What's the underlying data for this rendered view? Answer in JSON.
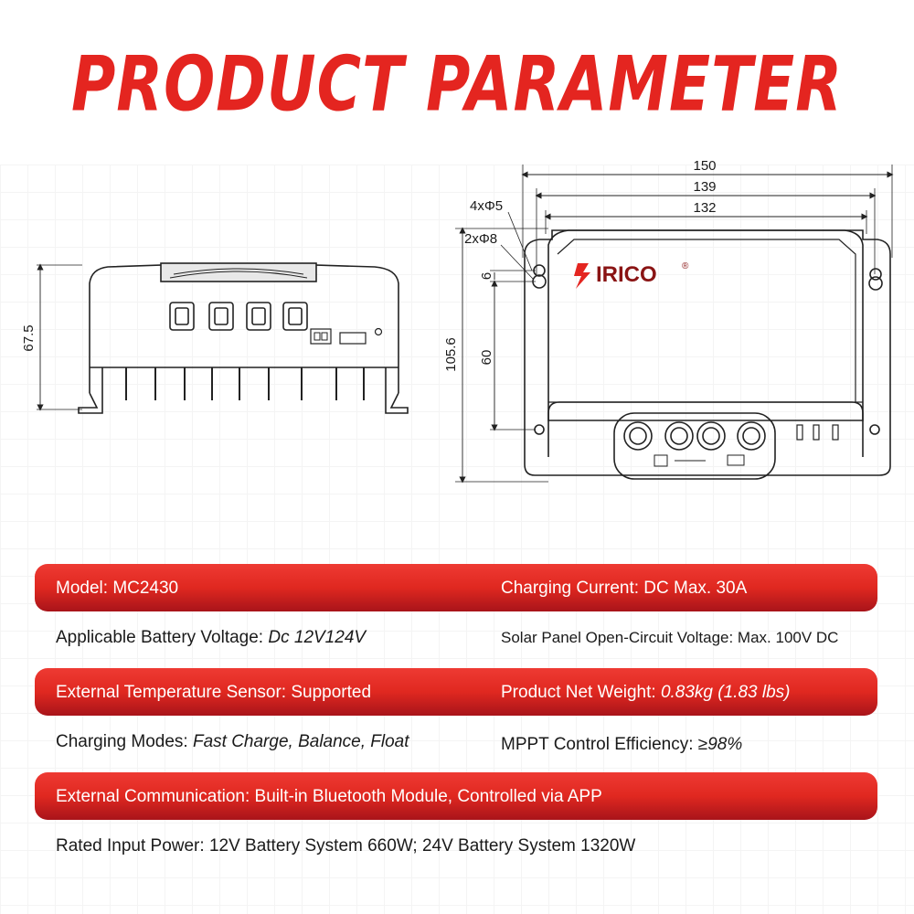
{
  "title": "PRODUCT PARAMETER",
  "drawing": {
    "side_height": "67.5",
    "width_outer": "150",
    "width_mid": "139",
    "width_inner": "132",
    "hole_small": "4xΦ5",
    "hole_large": "2xΦ8",
    "dim_6": "6",
    "dim_60": "60",
    "height_total": "105.6",
    "brand": "IRICO",
    "brand_mark": "®"
  },
  "specs": [
    {
      "label": "Model: ",
      "value": "MC2430",
      "italic": false
    },
    {
      "label": "Charging Current: ",
      "value": "DC Max. 30A",
      "italic": false
    },
    {
      "label": "Applicable Battery Voltage: ",
      "value": "Dc 12V124V",
      "italic": true
    },
    {
      "label": "Solar Panel Open-Circuit Voltage: ",
      "value": "Max. 100V DC",
      "italic": false
    },
    {
      "label": "External Temperature Sensor: ",
      "value": "Supported",
      "italic": false
    },
    {
      "label": "Product Net Weight: ",
      "value": "0.83kg (1.83 lbs)",
      "italic": true
    },
    {
      "label": "Charging Modes: ",
      "value": "Fast Charge, Balance, Float",
      "italic": true
    },
    {
      "label": "MPPT Control Efficiency: ",
      "value": "≥98%",
      "italic": true
    },
    {
      "label": "External Communication: ",
      "value": "Built-in Bluetooth Module, Controlled via APP",
      "italic": false
    },
    {
      "label": "Rated Input Power: ",
      "value": "12V Battery System 660W; 24V Battery System 1320W",
      "italic": false
    }
  ],
  "colors": {
    "accent": "#e42520",
    "band_dark": "#a8141a"
  }
}
